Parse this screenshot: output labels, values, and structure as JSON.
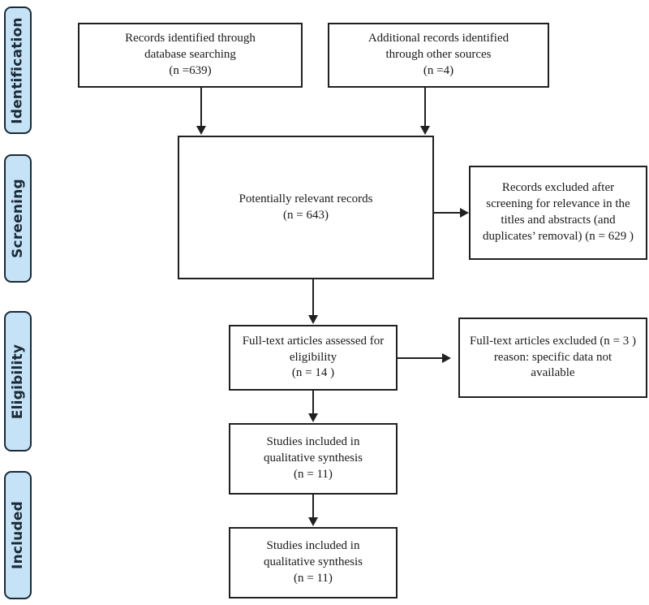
{
  "diagram": {
    "type": "prisma-flow-diagram",
    "title": "PRISMA study selection flow diagram",
    "colors": {
      "stage_tab_fill": "#c5e2f7",
      "stage_tab_border": "#1b2a36",
      "box_border": "#221f1f",
      "box_fill": "#ffffff",
      "connector": "#221f1f",
      "text": "#1a1a1a"
    }
  },
  "stages": [
    {
      "id": "identification",
      "label": "Identification"
    },
    {
      "id": "screening",
      "label": "Screening"
    },
    {
      "id": "eligibility",
      "label": "Eligibility"
    },
    {
      "id": "included",
      "label": "Included"
    }
  ],
  "boxes": {
    "database_searching": {
      "text": "Records identified through\ndatabase searching\n(n =639)",
      "count": 639
    },
    "other_sources": {
      "text": "Additional records identified\nthrough other sources\n(n =4)",
      "count": 4
    },
    "potentially_relevant": {
      "text": "Potentially relevant records\n(n = 643)",
      "count": 643
    },
    "records_excluded": {
      "text": "Records excluded after\nscreening for relevance in the\ntitles and abstracts (and\nduplicates’ removal) (n = 629 )",
      "count": 629
    },
    "fulltext_assessed": {
      "text": "Full-text articles assessed for\neligibility\n(n = 14 )",
      "count": 14
    },
    "fulltext_excluded": {
      "text": "Full-text articles excluded (n = 3 )\nreason: specific data not\navailable",
      "count": 3
    },
    "qualitative_synthesis_1": {
      "text": "Studies included in\nqualitative synthesis\n(n = 11)",
      "count": 11
    },
    "qualitative_synthesis_2": {
      "text": "Studies included in\nqualitative synthesis\n(n = 11)",
      "count": 11
    }
  }
}
